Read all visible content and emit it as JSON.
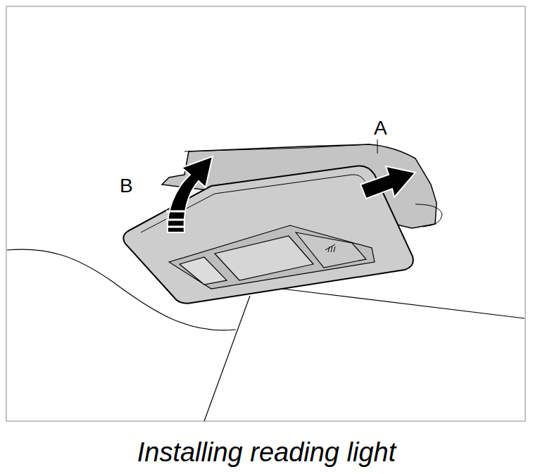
{
  "diagram": {
    "caption": "Installing reading light",
    "labels": [
      "A",
      "B"
    ]
  }
}
